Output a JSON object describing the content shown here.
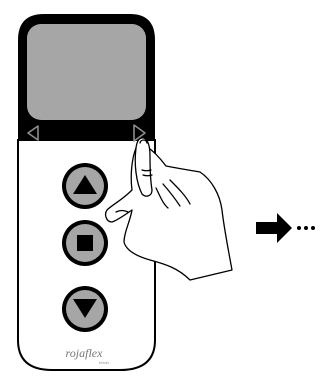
{
  "diagram": {
    "device": {
      "brand_text": "rojaflex",
      "brand_subtext": "blinds",
      "screen_color": "#a6a6a6",
      "button_fill_color": "#a6a6a6",
      "frame_color": "#000000",
      "body_color": "#ffffff"
    },
    "controls": {
      "left_arrow": {
        "icon": "triangle-left-outline-icon"
      },
      "right_arrow": {
        "icon": "triangle-right-outline-icon",
        "state": "pressed"
      },
      "up_button": {
        "icon": "triangle-up-icon"
      },
      "stop_button": {
        "icon": "square-stop-icon"
      },
      "down_button": {
        "icon": "triangle-down-icon"
      }
    },
    "hand": {
      "icon": "pointing-finger-hand-icon",
      "target": "right-arrow"
    },
    "flow": {
      "icon": "right-arrow-icon",
      "continuation": "..."
    }
  }
}
